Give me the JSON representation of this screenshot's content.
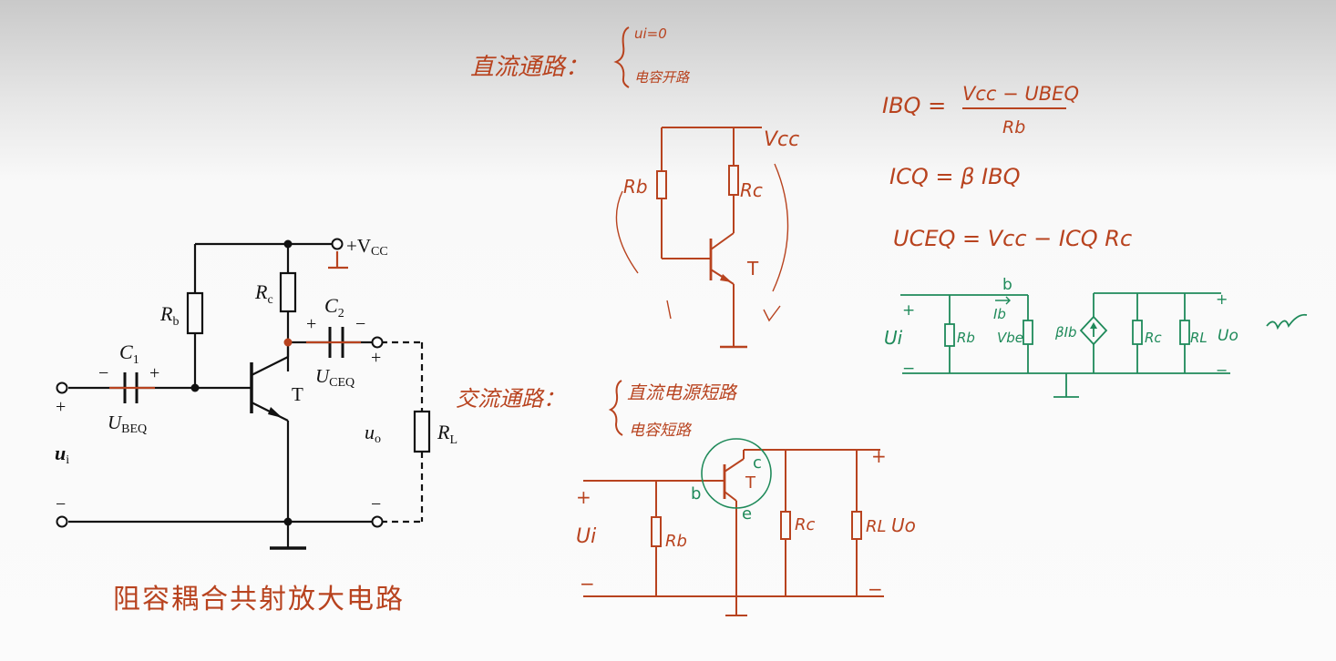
{
  "textbook_circuit": {
    "vcc": "+V",
    "vcc_sub": "CC",
    "rb": "R",
    "rb_sub": "b",
    "rc": "R",
    "rc_sub": "c",
    "c1": "C",
    "c1_sub": "1",
    "c2": "C",
    "c2_sub": "2",
    "ube": "U",
    "ube_sub": "BEQ",
    "uce": "U",
    "uce_sub": "CEQ",
    "transistor": "T",
    "rl": "R",
    "rl_sub": "L",
    "ui": "u",
    "ui_sub": "i",
    "uo": "u",
    "uo_sub": "o",
    "plus": "+",
    "minus": "−",
    "caption": "阻容耦合共射放大电路"
  },
  "dc_path": {
    "title": "直流通路：",
    "rule1": "ui=0",
    "rule2": "电容开路",
    "vcc": "Vcc",
    "rb": "Rb",
    "rc": "Rc",
    "t": "T"
  },
  "ac_path": {
    "title": "交流通路：",
    "rule1": "直流电源短路",
    "rule2": "电容短路",
    "plus": "+",
    "minus": "−",
    "ui": "Ui",
    "rb": "Rb",
    "rc": "Rc",
    "rl": "RL",
    "uo": "Uo",
    "b": "b",
    "c": "c",
    "e": "e",
    "t": "T"
  },
  "equations": {
    "ibq_lhs": "IBQ =",
    "ibq_num": "Vcc − UBEQ",
    "ibq_den": "Rb",
    "icq": "ICQ = β IBQ",
    "uceq": "UCEQ = Vcc − ICQ Rc"
  },
  "small_signal": {
    "b": "b",
    "ib": "Ib",
    "plus": "+",
    "minus": "−",
    "ui": "Ui",
    "rb": "Rb",
    "rbe": "Vbe",
    "beta_ib": "βIb",
    "rc": "Rc",
    "rl": "RL",
    "uo": "Uo",
    "side_note": "W"
  },
  "colors": {
    "ink_red": "#b8431f",
    "ink_green": "#1f8a5a",
    "ink_black": "#111111"
  }
}
